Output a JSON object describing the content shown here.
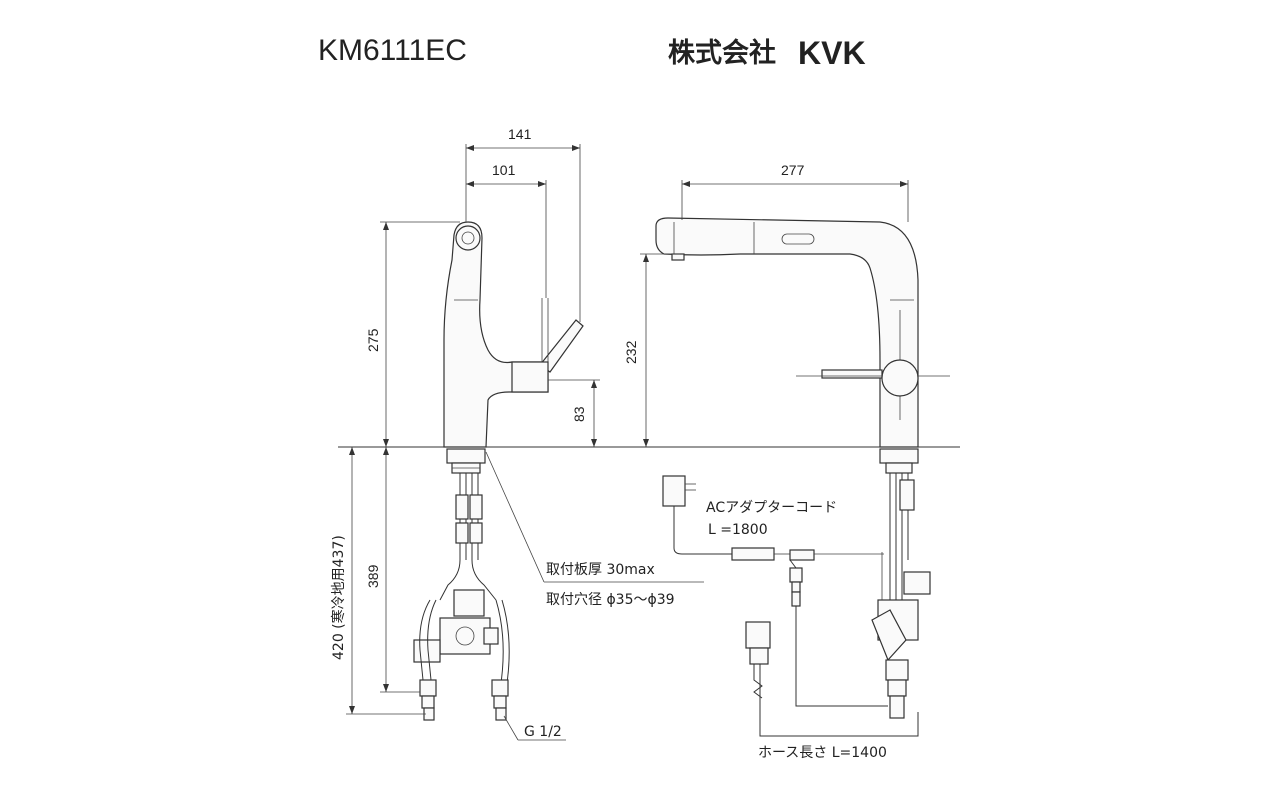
{
  "header": {
    "model": "KM6111EC",
    "company_prefix": "株式会社",
    "brand": "KVK"
  },
  "dimensions": {
    "d141": "141",
    "d101": "101",
    "d277": "277",
    "d275": "275",
    "d232": "232",
    "d83": "83",
    "d389": "389",
    "d420": "420 (寒冷地用437)"
  },
  "notes": {
    "plate_thickness": "取付板厚 30max",
    "hole_diameter": "取付穴径 ϕ35～ϕ39",
    "ac_adapter_title": "ACアダプターコード",
    "ac_adapter_length": "L =1800",
    "thread": "G 1/2",
    "hose_length": "ホース長さ L=1400"
  }
}
